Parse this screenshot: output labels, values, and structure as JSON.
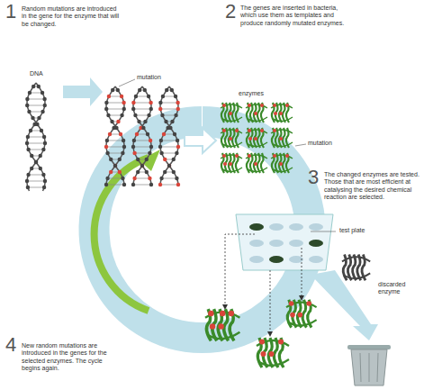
{
  "diagram": {
    "labels": [
      "1",
      "Random mutations are introduced in the gene for the enzyme that will be changed.",
      "2",
      "The genes are inserted in bacteria, which use them as templates and produce randomly mutated enzymes.",
      "DNA",
      "mutation",
      "enzymes",
      "mutation",
      "3",
      "The changed enzymes are tested. Those that are most efficient at catalysing the desired chemical reaction are selected.",
      "test plate",
      "discarded enzyme",
      "4",
      "New random mutations are introduced in the genes for the selected enzymes. The cycle begins again."
    ]
  }
}
